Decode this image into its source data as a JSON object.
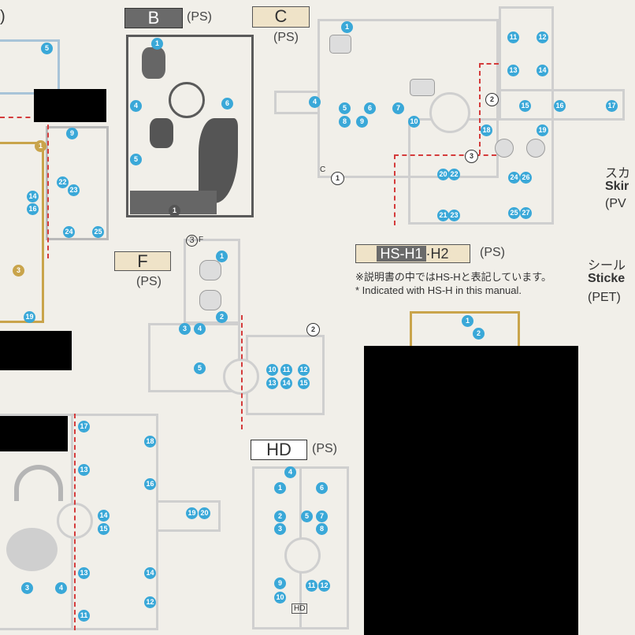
{
  "runners": {
    "b": {
      "letter": "B",
      "material": "(PS)",
      "numbers": [
        "1",
        "4",
        "5",
        "6",
        "1"
      ]
    },
    "c": {
      "letter": "C",
      "material": "(PS)",
      "numbers": [
        "1",
        "11",
        "12",
        "13",
        "14",
        "4",
        "5",
        "6",
        "7",
        "8",
        "9",
        "10",
        "15",
        "16",
        "17",
        "2",
        "18",
        "19",
        "3",
        "20",
        "21",
        "22",
        "23",
        "24",
        "25",
        "26",
        "27",
        "1"
      ],
      "tag_c": "C"
    },
    "f": {
      "letter": "F",
      "material": "(PS)",
      "numbers": [
        "1",
        "2",
        "3",
        "4",
        "5",
        "10",
        "11",
        "12",
        "13",
        "14",
        "15",
        "2"
      ],
      "tag_f": "F",
      "tag_3": "3"
    },
    "hs": {
      "letter_main": "HS-H1",
      "dot": "·",
      "letter_h2": "H2",
      "material": "(PS)",
      "numbers": [
        "1",
        "2"
      ]
    },
    "hd": {
      "letter": "HD",
      "material": "(PS)",
      "numbers": [
        "1",
        "2",
        "3",
        "4",
        "5",
        "6",
        "7",
        "8",
        "9",
        "10",
        "11",
        "12"
      ],
      "stamp": "HD"
    },
    "e": {
      "numbers": [
        "17",
        "18",
        "13",
        "14",
        "15",
        "16",
        "19",
        "20",
        "13",
        "14",
        "11",
        "12",
        "3",
        "4"
      ]
    },
    "left_partial": {
      "numbers": [
        "5",
        "1",
        "9",
        "22",
        "23",
        "14",
        "16",
        "24",
        "25",
        "3",
        "19"
      ],
      "paren": ")"
    }
  },
  "notes": {
    "hs_jp": "※説明書の中ではHS-Hと表記しています。",
    "hs_en": "* Indicated with HS-H in this manual."
  },
  "side_labels": {
    "skirt_jp": "スカ",
    "skirt_en": "Skir",
    "skirt_mat": "(PV",
    "sticker_jp": "シール",
    "sticker_en": "Sticke",
    "sticker_mat": "(PET)"
  },
  "colors": {
    "callout": "#3aa8d8",
    "gate_line": "#d43b3b",
    "dark_runner": "#5a5a5a",
    "gold_runner": "#c9a44b"
  }
}
